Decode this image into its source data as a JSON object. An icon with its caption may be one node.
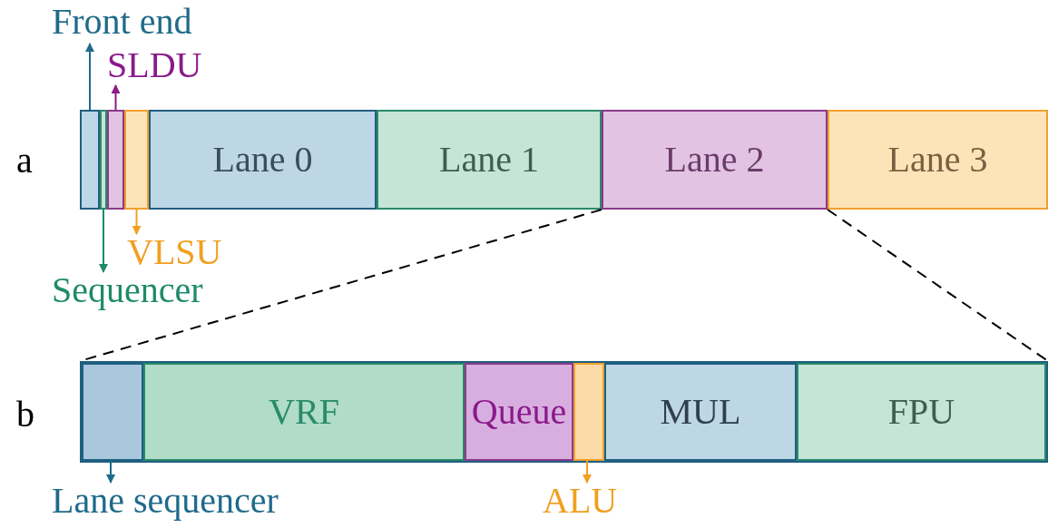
{
  "diagram": {
    "nodes": [
      {
        "text": [
          "Front end"
        ]
      },
      {
        "text": [
          "SLDU"
        ]
      },
      {
        "text": [],
        "shape": "box"
      },
      {
        "text": [],
        "shape": "box"
      },
      {
        "text": [],
        "shape": "box"
      },
      {
        "text": [],
        "shape": "box"
      },
      {
        "text": [
          "Lane 0"
        ]
      },
      {
        "text": [
          "Lane 1"
        ]
      },
      {
        "text": [
          "Lane 2"
        ]
      },
      {
        "text": [
          "Lane 3"
        ]
      },
      {
        "text": [
          "VLSU"
        ]
      },
      {
        "text": [
          "Sequencer"
        ]
      },
      {
        "text": [],
        "shape": "bar"
      },
      {
        "text": [],
        "shape": "box",
        "in": 12
      },
      {
        "text": [
          "VRF"
        ],
        "in": 12
      },
      {
        "text": [
          "Queue"
        ],
        "in": 12
      },
      {
        "text": [],
        "shape": "box",
        "in": 12
      },
      {
        "text": [
          "MUL"
        ],
        "in": 12
      },
      {
        "text": [
          "FPU"
        ],
        "in": 12
      },
      {
        "text": [
          "Lane sequencer"
        ]
      },
      {
        "text": [
          "ALU"
        ]
      }
    ],
    "edges": [
      {
        "from": 2,
        "to": 0,
        "arrow": "to",
        "color": "#1f6a8a"
      },
      {
        "from": 4,
        "to": 1,
        "arrow": "to",
        "color": "#8a1a8a"
      },
      {
        "from": 5,
        "to": 10,
        "arrow": "to",
        "color": "#f0a020"
      },
      {
        "from": 3,
        "to": 11,
        "arrow": "to",
        "color": "#1f8a6a"
      },
      {
        "from": 8,
        "to": 12,
        "arrow": "none",
        "style": "dashed",
        "color": "#000000"
      },
      {
        "from": 8,
        "to": 12,
        "arrow": "none",
        "style": "dashed",
        "color": "#000000"
      },
      {
        "from": 13,
        "to": 19,
        "arrow": "to",
        "color": "#1f6a8a"
      },
      {
        "from": 16,
        "to": 20,
        "arrow": "to",
        "color": "#f0a020"
      }
    ],
    "labels": [
      "a",
      "b"
    ]
  }
}
